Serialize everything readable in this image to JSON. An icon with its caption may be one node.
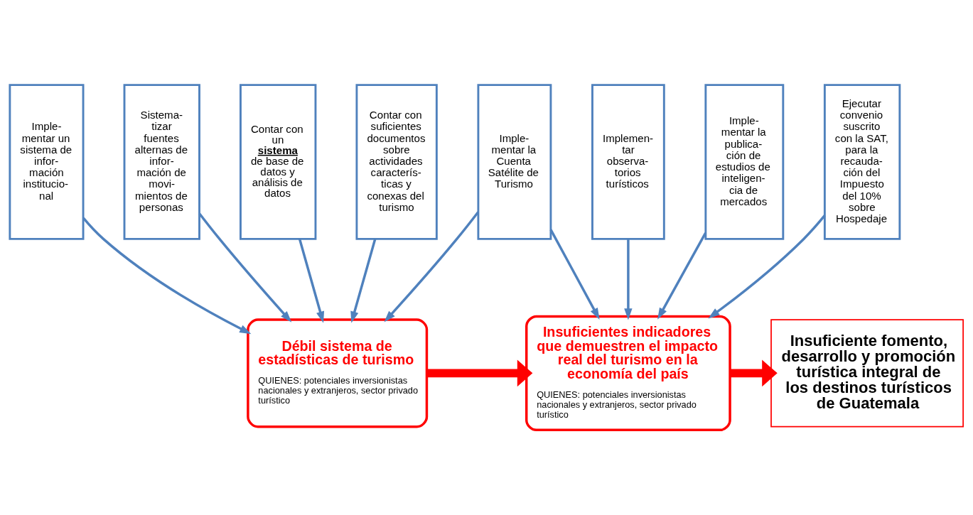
{
  "diagram": {
    "nodes": [
      {
        "text": [
          "Imple- mentar un sistema de infor- mación institucio- nal"
        ]
      },
      {
        "text": [
          "Sistema- tizar fuentes alternas de infor- mación de movi- mientos de personas"
        ]
      },
      {
        "text": [
          "Contar con un **sistema** de base de datos y análisis de datos"
        ]
      },
      {
        "text": [
          "Contar con suficientes documentos sobre actividades caracterís- ticas y conexas del turismo"
        ]
      },
      {
        "text": [
          "Imple- mentar la Cuenta Satélite de Turismo"
        ]
      },
      {
        "text": [
          "Implemen- tar observa- torios turísticos"
        ]
      },
      {
        "text": [
          "Imple- mentar la publica- ción de estudios de inteligen- cia de mercados"
        ]
      },
      {
        "text": [
          "Ejecutar convenio suscrito con la SAT, para la recauda- ción del Impuesto del 10% sobre Hospedaje"
        ]
      },
      {
        "text": [
          "Débil sistema de estadísticas de turismo",
          "QUIENES: potenciales inversionistas nacionales y extranjeros, sector privado turístico"
        ]
      },
      {
        "text": [
          "Insuficientes indicadores que demuestren el impacto real del turismo en la economía del país",
          "QUIENES: potenciales inversionistas nacionales y extranjeros, sector privado turístico"
        ]
      },
      {
        "text": [
          "Insuficiente fomento, desarrollo y promoción turística integral de los destinos turísticos de Guatemala"
        ]
      }
    ],
    "edges": [
      {
        "from": 0,
        "to": 8,
        "arrow": "to"
      },
      {
        "from": 1,
        "to": 8,
        "arrow": "to"
      },
      {
        "from": 2,
        "to": 8,
        "arrow": "to"
      },
      {
        "from": 3,
        "to": 8,
        "arrow": "to"
      },
      {
        "from": 4,
        "to": 8,
        "arrow": "to"
      },
      {
        "from": 4,
        "to": 9,
        "arrow": "to"
      },
      {
        "from": 5,
        "to": 9,
        "arrow": "to"
      },
      {
        "from": 6,
        "to": 9,
        "arrow": "to"
      },
      {
        "from": 7,
        "to": 9,
        "arrow": "to"
      },
      {
        "from": 8,
        "to": 9,
        "arrow": "to",
        "style": "thick",
        "color": "#ff0000"
      },
      {
        "from": 9,
        "to": 10,
        "arrow": "to",
        "style": "thick",
        "color": "#ff0000"
      }
    ]
  }
}
